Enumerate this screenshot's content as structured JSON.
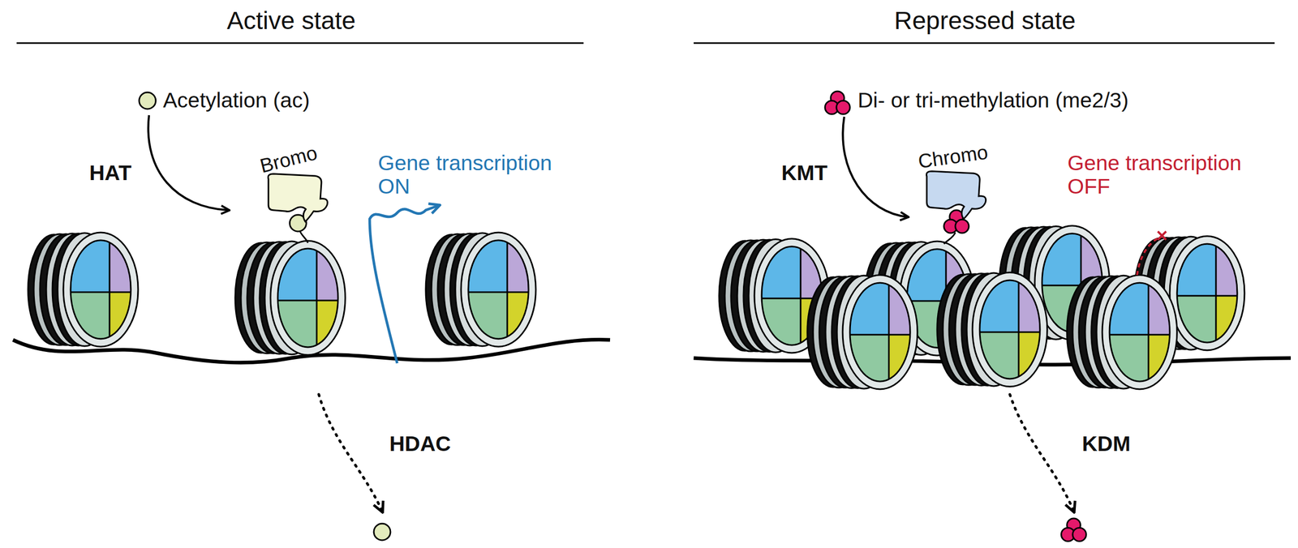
{
  "diagram": {
    "nodes": [
      {
        "text": [
          "Bromo"
        ]
      },
      {
        "text": [
          "Chromo"
        ]
      }
    ],
    "labels": [
      "Active state",
      "Repressed state",
      "Acetylation (ac)",
      "HAT",
      "Gene transcription ON",
      "HDAC",
      "Di- or tri-methylation (me2/3)",
      "KMT",
      "Gene transcription OFF",
      "KDM"
    ]
  }
}
